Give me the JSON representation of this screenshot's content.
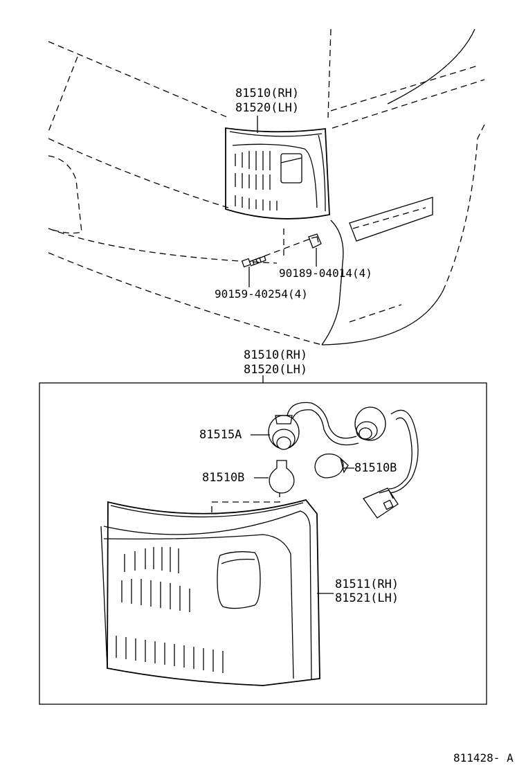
{
  "labels": {
    "top_lamp_rh": "81510(RH)",
    "top_lamp_lh": "81520(LH)",
    "clip": "90189-04014(4)",
    "screw": "90159-40254(4)",
    "detail_lamp_rh": "81510(RH)",
    "detail_lamp_lh": "81520(LH)",
    "socket": "81515A",
    "bulb_left": "81510B",
    "bulb_right": "81510B",
    "lens_rh": "81511(RH)",
    "lens_lh": "81521(LH)",
    "figure_id": "811428- A"
  }
}
